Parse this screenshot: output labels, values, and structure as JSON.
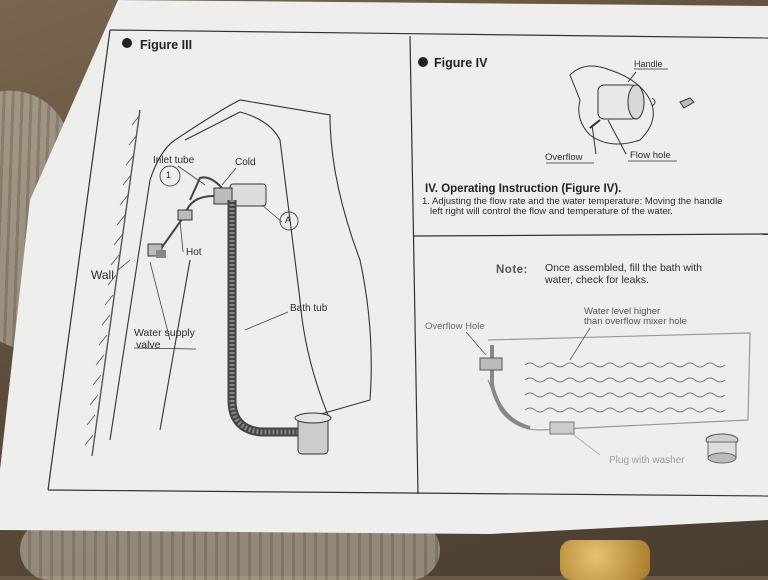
{
  "figure3": {
    "title": "Figure III",
    "labels": {
      "inlet_tube": "Inlet tube",
      "marker_1": "1",
      "cold": "Cold",
      "hot": "Hot",
      "marker_a": "A",
      "wall": "Wall",
      "bath_tub": "Bath tub",
      "water_supply": "Water supply",
      "valve": "valve"
    }
  },
  "figure4": {
    "title": "Figure IV",
    "labels": {
      "handle": "Handle",
      "overflow": "Overflow",
      "flow_hole": "Flow hole"
    }
  },
  "instruction": {
    "heading": "IV. Operating Instruction (Figure IV).",
    "line1": "1. Adjusting the flow rate and the water temperature:  Moving the handle",
    "line2": "left right will control the flow and temperature of the water."
  },
  "note": {
    "label": "Note:",
    "line1": "Once assembled, fill the bath with",
    "line2": "water, check for leaks."
  },
  "diagram": {
    "overflow_hole": "Overflow Hole",
    "water_level_1": "Water level  higher",
    "water_level_2": "than  overflow mixer  hole",
    "plug": "Plug with washer"
  },
  "colors": {
    "paper": "#eeefec",
    "ink": "#2b2b2b",
    "faint_ink": "#8a8a8a"
  }
}
